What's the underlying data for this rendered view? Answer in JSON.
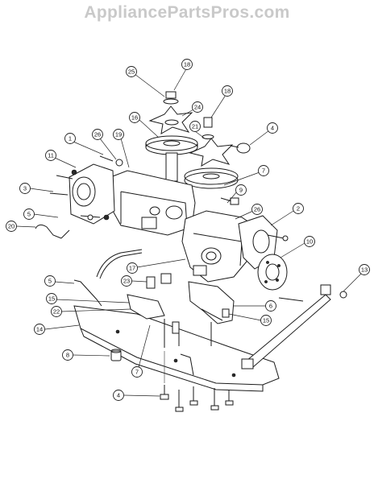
{
  "watermark": "AppliancePartsPros.com",
  "callouts": [
    {
      "id": "c18a",
      "label": "18"
    },
    {
      "id": "c25",
      "label": "25"
    },
    {
      "id": "c24",
      "label": "24"
    },
    {
      "id": "c18b",
      "label": "18"
    },
    {
      "id": "c16",
      "label": "16"
    },
    {
      "id": "c21",
      "label": "21"
    },
    {
      "id": "c4a",
      "label": "4"
    },
    {
      "id": "c1",
      "label": "1"
    },
    {
      "id": "c26a",
      "label": "26"
    },
    {
      "id": "c19",
      "label": "19"
    },
    {
      "id": "c11",
      "label": "11"
    },
    {
      "id": "c7a",
      "label": "7"
    },
    {
      "id": "c3",
      "label": "3"
    },
    {
      "id": "c9",
      "label": "9"
    },
    {
      "id": "c5a",
      "label": "5"
    },
    {
      "id": "c26b",
      "label": "26"
    },
    {
      "id": "c2",
      "label": "2"
    },
    {
      "id": "c20",
      "label": "20"
    },
    {
      "id": "c10",
      "label": "10"
    },
    {
      "id": "c17",
      "label": "17"
    },
    {
      "id": "c13",
      "label": "13"
    },
    {
      "id": "c5b",
      "label": "5"
    },
    {
      "id": "c23",
      "label": "23"
    },
    {
      "id": "c6",
      "label": "6"
    },
    {
      "id": "c15a",
      "label": "15"
    },
    {
      "id": "c22",
      "label": "22"
    },
    {
      "id": "c15b",
      "label": "15"
    },
    {
      "id": "c14",
      "label": "14"
    },
    {
      "id": "c8",
      "label": "8"
    },
    {
      "id": "c7b",
      "label": "7"
    },
    {
      "id": "c4b",
      "label": "4"
    }
  ]
}
